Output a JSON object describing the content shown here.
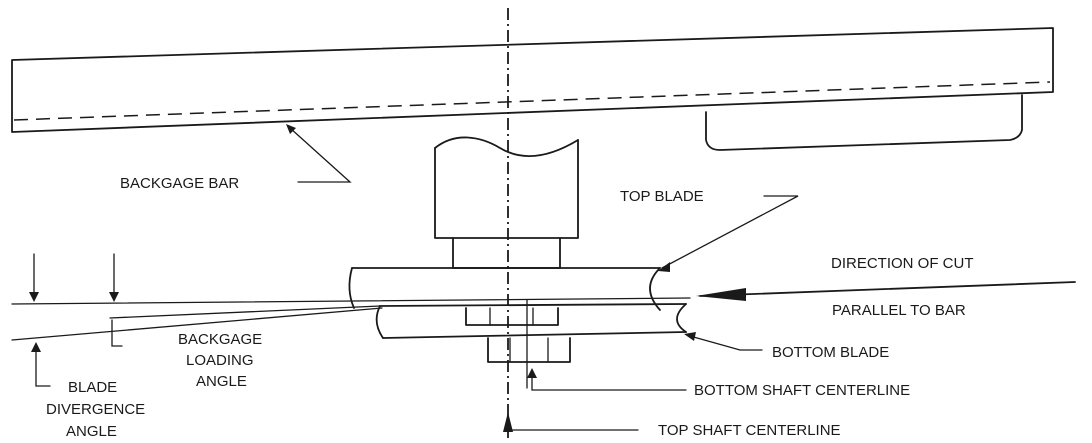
{
  "labels": {
    "backgage_bar": "BACKGAGE BAR",
    "top_blade": "TOP BLADE",
    "direction_of_cut": "DIRECTION OF CUT",
    "parallel_to_bar": "PARALLEL TO BAR",
    "backgage_loading_angle_line1": "BACKGAGE",
    "backgage_loading_angle_line2": "LOADING",
    "backgage_loading_angle_line3": "ANGLE",
    "bottom_blade": "BOTTOM BLADE",
    "blade_divergence_angle_line1": "BLADE",
    "blade_divergence_angle_line2": "DIVERGENCE",
    "blade_divergence_angle_line3": "ANGLE",
    "bottom_shaft_centerline": "BOTTOM SHAFT CENTERLINE",
    "top_shaft_centerline": "TOP SHAFT CENTERLINE"
  }
}
